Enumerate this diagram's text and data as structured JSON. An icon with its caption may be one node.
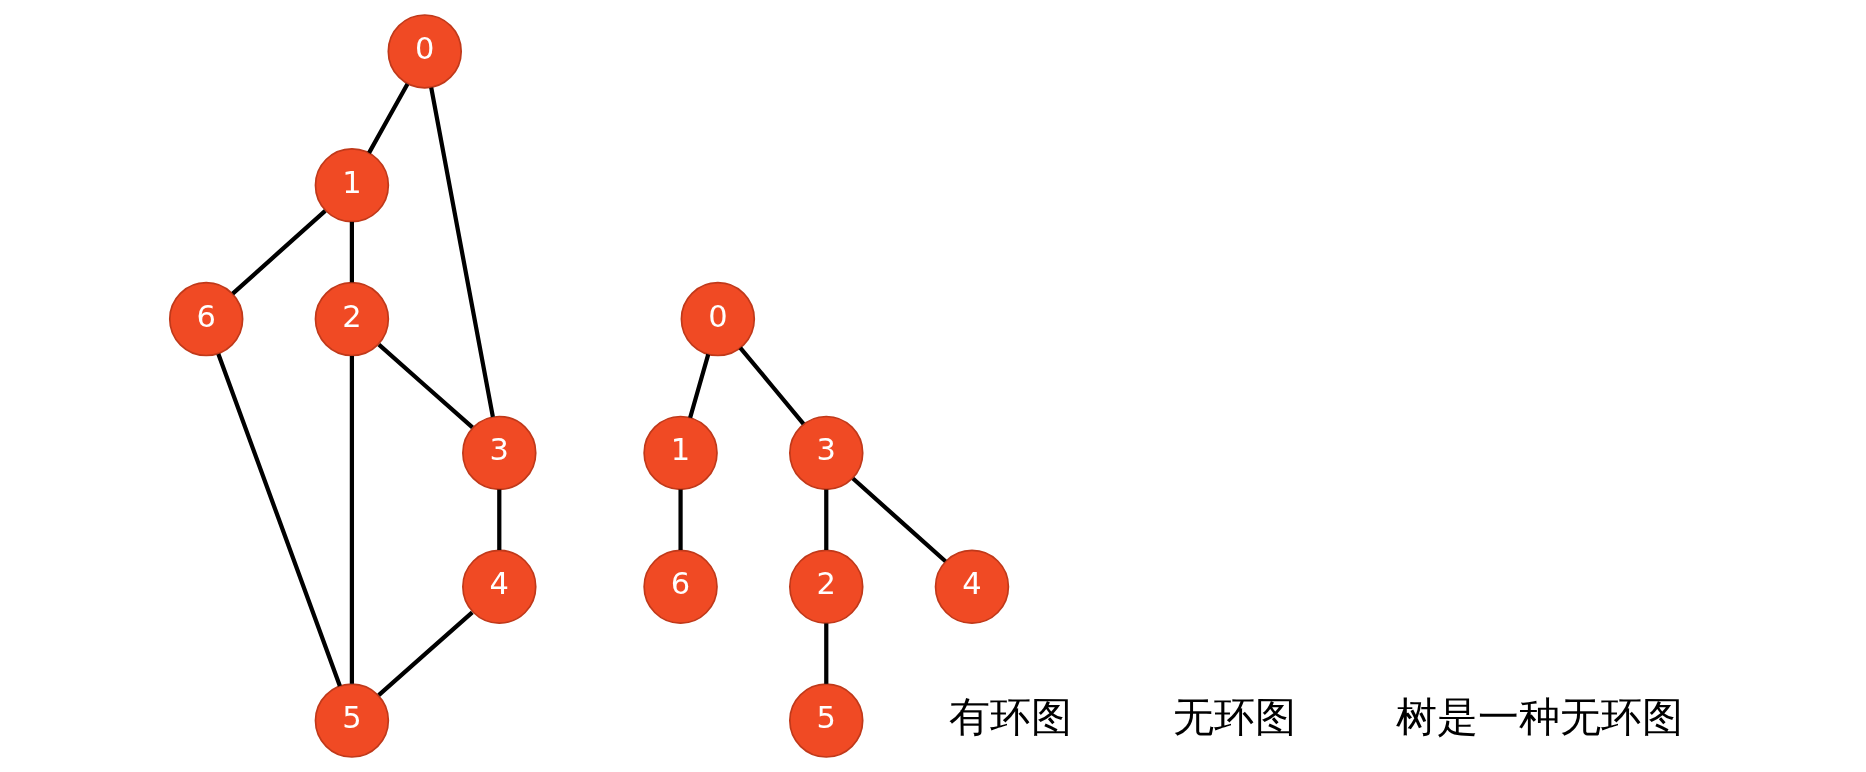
{
  "diagram": {
    "nodes": [
      {
        "text": [
          "0"
        ]
      },
      {
        "text": [
          "1"
        ]
      },
      {
        "text": [
          "3"
        ]
      },
      {
        "text": [
          "2"
        ]
      },
      {
        "text": [
          "4"
        ]
      },
      {
        "text": [
          "6"
        ]
      },
      {
        "text": [
          "5"
        ]
      },
      {
        "text": [
          "0"
        ]
      },
      {
        "text": [
          "1"
        ]
      },
      {
        "text": [
          "3"
        ]
      },
      {
        "text": [
          "2"
        ]
      },
      {
        "text": [
          "4"
        ]
      },
      {
        "text": [
          "6"
        ]
      },
      {
        "text": [
          "5"
        ]
      }
    ],
    "edges": [
      {
        "from": 0,
        "to": 1,
        "arrow": "none"
      },
      {
        "from": 0,
        "to": 2,
        "arrow": "none"
      },
      {
        "from": 1,
        "to": 3,
        "arrow": "none"
      },
      {
        "from": 3,
        "to": 2,
        "arrow": "none"
      },
      {
        "from": 2,
        "to": 4,
        "arrow": "none"
      },
      {
        "from": 1,
        "to": 5,
        "arrow": "none"
      },
      {
        "from": 3,
        "to": 6,
        "arrow": "none"
      },
      {
        "from": 4,
        "to": 6,
        "arrow": "none"
      },
      {
        "from": 5,
        "to": 6,
        "arrow": "none"
      },
      {
        "from": 7,
        "to": 8,
        "arrow": "none"
      },
      {
        "from": 7,
        "to": 9,
        "arrow": "none"
      },
      {
        "from": 9,
        "to": 10,
        "arrow": "none"
      },
      {
        "from": 9,
        "to": 11,
        "arrow": "none"
      },
      {
        "from": 8,
        "to": 12,
        "arrow": "none"
      },
      {
        "from": 10,
        "to": 13,
        "arrow": "none"
      }
    ],
    "labels": [
      "有环图",
      "无环图",
      "树是一种无环图"
    ]
  }
}
